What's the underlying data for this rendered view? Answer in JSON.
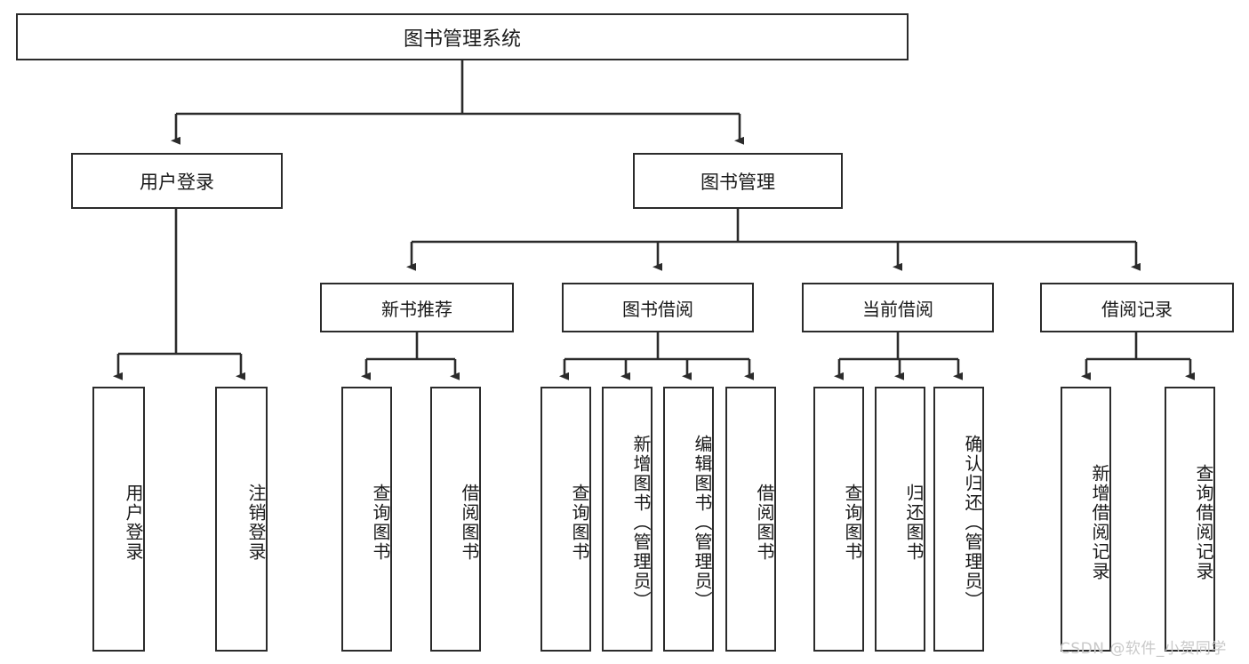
{
  "diagram": {
    "title_node": {
      "label": "图书管理系统"
    },
    "level1": [
      {
        "key": "user_login",
        "label": "用户登录"
      },
      {
        "key": "book_manage",
        "label": "图书管理"
      }
    ],
    "level2": [
      {
        "key": "new_book_rec",
        "label": "新书推荐"
      },
      {
        "key": "book_borrow",
        "label": "图书借阅"
      },
      {
        "key": "current_borrow",
        "label": "当前借阅"
      },
      {
        "key": "borrow_record",
        "label": "借阅记录"
      }
    ],
    "leaves": [
      {
        "key": "leaf-user-login",
        "label": "用户登录"
      },
      {
        "key": "leaf-logout-login",
        "label": "注销登录"
      },
      {
        "key": "leaf-query-book-1",
        "label": "查询图书"
      },
      {
        "key": "leaf-borrow-book-1",
        "label": "借阅图书"
      },
      {
        "key": "leaf-query-book-2",
        "label": "查询图书"
      },
      {
        "key": "leaf-add-book-admin",
        "label": "新增图书（管理员）"
      },
      {
        "key": "leaf-edit-book-admin",
        "label": "编辑图书（管理员）"
      },
      {
        "key": "leaf-borrow-book-2",
        "label": "借阅图书"
      },
      {
        "key": "leaf-query-book-3",
        "label": "查询图书"
      },
      {
        "key": "leaf-return-book",
        "label": "归还图书"
      },
      {
        "key": "leaf-confirm-return-admin",
        "label": "确认归还（管理员）"
      },
      {
        "key": "leaf-add-borrow-record",
        "label": "新增借阅记录"
      },
      {
        "key": "leaf-query-borrow-record",
        "label": "查询借阅记录"
      }
    ],
    "watermark": {
      "text": "CSDN @软件_小贺同学"
    },
    "colors": {
      "stroke": "#2b2b2b",
      "fill": "#ffffff",
      "text": "#1a1a1a",
      "watermark": "#c9c9c9"
    }
  }
}
